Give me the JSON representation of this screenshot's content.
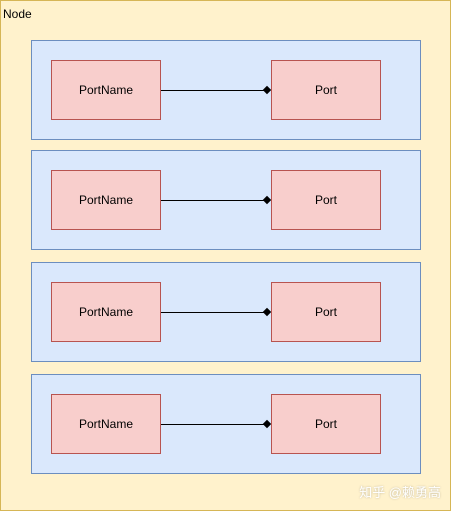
{
  "node": {
    "title": "Node"
  },
  "rows": [
    {
      "left_label": "PortName",
      "right_label": "Port"
    },
    {
      "left_label": "PortName",
      "right_label": "Port"
    },
    {
      "left_label": "PortName",
      "right_label": "Port"
    },
    {
      "left_label": "PortName",
      "right_label": "Port"
    }
  ],
  "watermark": "知乎 @赖勇高",
  "colors": {
    "node_fill": "#fff2cc",
    "node_border": "#d6b656",
    "row_fill": "#dae8fc",
    "row_border": "#6c8ebf",
    "port_fill": "#f8cecc",
    "port_border": "#b85450"
  }
}
